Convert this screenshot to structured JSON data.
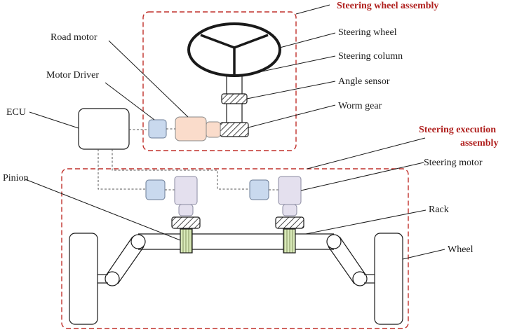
{
  "diagram": {
    "title_steering_wheel_assembly": "Steering wheel assembly",
    "title_steering_execution_line1": "Steering execution",
    "title_steering_execution_line2": "assembly",
    "labels": {
      "road_motor": "Road motor",
      "motor_driver": "Motor Driver",
      "ecu": "ECU",
      "steering_wheel": "Steering wheel",
      "steering_column": "Steering column",
      "angle_sensor": "Angle sensor",
      "worm_gear": "Worm gear",
      "steering_motor": "Steering motor",
      "pinion": "Pinion",
      "rack": "Rack",
      "wheel": "Wheel"
    },
    "colors": {
      "box_outline": "#c0302b",
      "title_text": "#b0201e",
      "motor_driver_fill": "#c9d9ee",
      "road_motor_fill": "#fadccb",
      "steering_motor_fill": "#e4e0ee",
      "pinion_fill": "#d8e8b8",
      "hatch_fill": "#ffffff"
    }
  }
}
